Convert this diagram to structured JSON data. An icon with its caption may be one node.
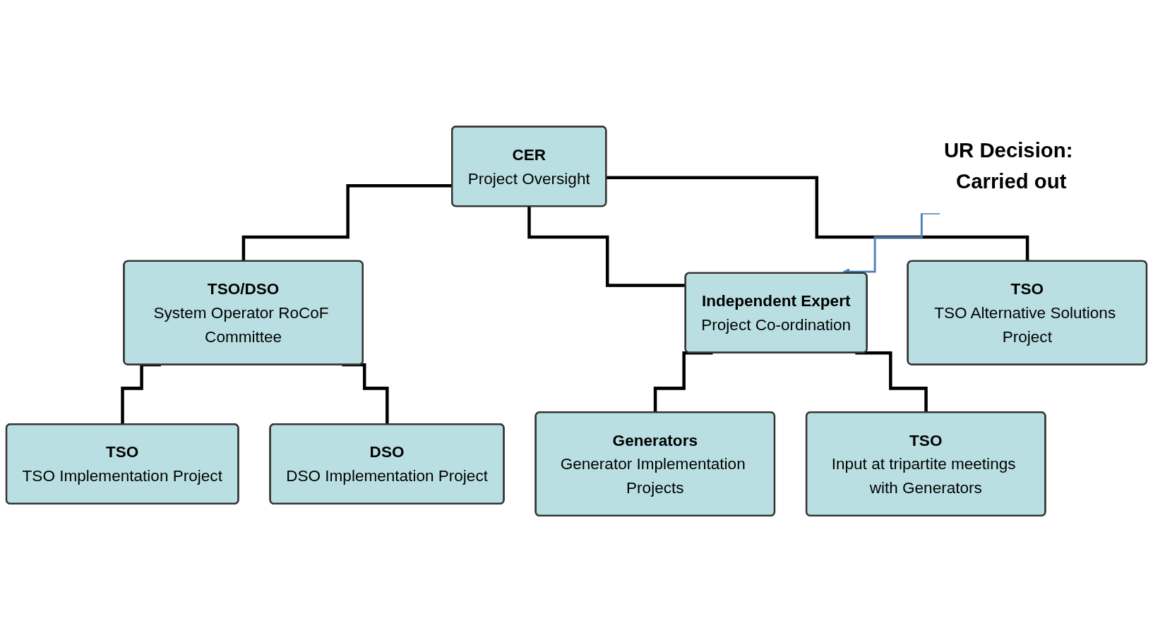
{
  "diagram": {
    "nodes": [
      {
        "text": [
          "CER",
          "Project Oversight"
        ]
      },
      {
        "text": [
          "TSO/DSO",
          "System Operator RoCoF Committee"
        ]
      },
      {
        "text": [
          "Independent Expert",
          "Project Co-ordination"
        ]
      },
      {
        "text": [
          "TSO",
          "TSO Alternative Solutions Project"
        ]
      },
      {
        "text": [
          "TSO",
          "TSO Implementation Project"
        ]
      },
      {
        "text": [
          "DSO",
          "DSO Implementation Project"
        ]
      },
      {
        "text": [
          "Generators",
          "Generator Implementation Projects"
        ]
      },
      {
        "text": [
          "TSO",
          "Input at tripartite meetings with Generators"
        ]
      },
      {
        "text": [
          "UR Decision: Carried out"
        ]
      }
    ],
    "edges": [
      {
        "from": 0,
        "to": 1,
        "arrow": "none"
      },
      {
        "from": 0,
        "to": 2,
        "arrow": "none"
      },
      {
        "from": 0,
        "to": 3,
        "arrow": "none"
      },
      {
        "from": 1,
        "to": 4,
        "arrow": "none"
      },
      {
        "from": 1,
        "to": 5,
        "arrow": "none"
      },
      {
        "from": 2,
        "to": 6,
        "arrow": "none"
      },
      {
        "from": 2,
        "to": 7,
        "arrow": "none"
      },
      {
        "from": 8,
        "to": 2,
        "arrow": "to",
        "color": "#4a7ebb"
      }
    ]
  }
}
